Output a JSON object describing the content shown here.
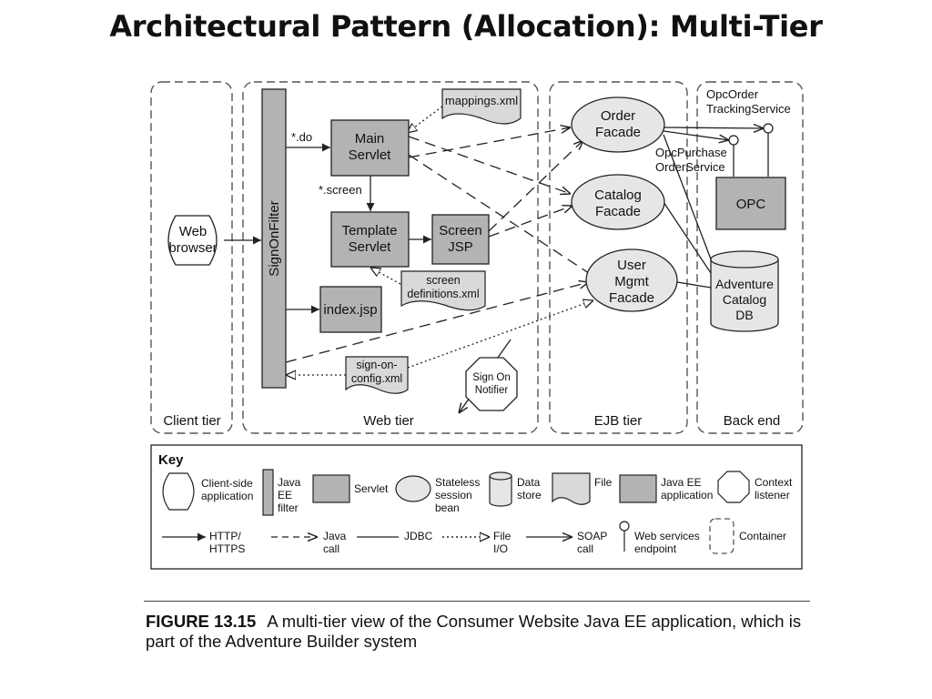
{
  "title": "Architectural Pattern (Allocation): Multi-Tier",
  "tiers": {
    "client": "Client tier",
    "web": "Web tier",
    "ejb": "EJB tier",
    "backend": "Back end"
  },
  "nodes": {
    "web_browser": [
      "Web",
      "browser"
    ],
    "signon_filter": "SignOnFilter",
    "main_servlet": [
      "Main",
      "Servlet"
    ],
    "template_servlet": [
      "Template",
      "Servlet"
    ],
    "screen_jsp": [
      "Screen",
      "JSP"
    ],
    "index_jsp": "index.jsp",
    "mappings_xml": "mappings.xml",
    "screen_definitions_xml": [
      "screen",
      "definitions.xml"
    ],
    "sign_on_config_xml": [
      "sign-on-",
      "config.xml"
    ],
    "sign_on_notifier": [
      "Sign On",
      "Notifier"
    ],
    "order_facade": [
      "Order",
      "Facade"
    ],
    "catalog_facade": [
      "Catalog",
      "Facade"
    ],
    "user_mgmt_facade": [
      "User",
      "Mgmt",
      "Facade"
    ],
    "opc": "OPC",
    "adventure_catalog_db": [
      "Adventure",
      "Catalog",
      "DB"
    ]
  },
  "labels": {
    "do_pattern": "*.do",
    "screen_pattern": "*.screen",
    "opc_order_tracking": [
      "OpcOrder",
      "TrackingService"
    ],
    "opc_purchase_order": [
      "OpcPurchase",
      "OrderService"
    ]
  },
  "key": {
    "title": "Key",
    "client_side_app": [
      "Client-side",
      "application"
    ],
    "java_ee_filter": [
      "Java",
      "EE",
      "filter"
    ],
    "servlet": "Servlet",
    "stateless_session_bean": [
      "Stateless",
      "session",
      "bean"
    ],
    "data_store": [
      "Data",
      "store"
    ],
    "file": "File",
    "java_ee_application": [
      "Java EE",
      "application"
    ],
    "context_listener": [
      "Context",
      "listener"
    ],
    "http_https": [
      "HTTP/",
      "HTTPS"
    ],
    "java_call": [
      "Java",
      "call"
    ],
    "jdbc": "JDBC",
    "file_io": [
      "File",
      "I/O"
    ],
    "soap_call": [
      "SOAP",
      "call"
    ],
    "web_services_endpoint": [
      "Web services",
      "endpoint"
    ],
    "container": "Container"
  },
  "caption": {
    "figure_number": "FIGURE 13.15",
    "text": "A multi-tier view of the Consumer Website Java EE application, which is part of the Adventure Builder system"
  },
  "colors": {
    "component_fill": "#b3b3b3",
    "bean_fill": "#e6e6e6",
    "container_border": "#555555",
    "line": "#222222"
  }
}
